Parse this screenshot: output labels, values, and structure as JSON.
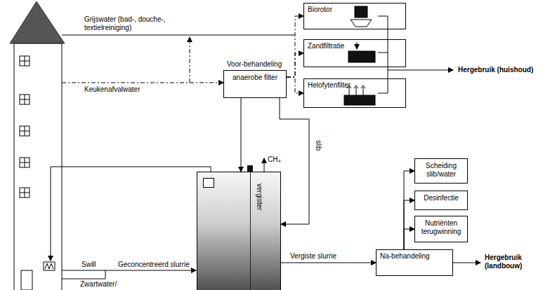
{
  "diagram": {
    "nodes": [
      {
        "text": [
          "Biorotor"
        ]
      },
      {
        "text": [
          "Zandfiltratie"
        ]
      },
      {
        "text": [
          "Helofytenfilter"
        ]
      },
      {
        "text": [
          "Voor-behandeling",
          "anaerobe filter"
        ]
      },
      {
        "text": [
          "Scheiding slib/water"
        ]
      },
      {
        "text": [
          "Desinfectie"
        ]
      },
      {
        "text": [
          "Nutriënten terugwinning"
        ]
      },
      {
        "text": [
          "vergister"
        ]
      },
      {
        "text": [
          "Na-behandeling"
        ]
      }
    ],
    "edges": [
      {
        "from": 3,
        "to": 0,
        "arrow": "to"
      },
      {
        "from": 3,
        "to": 1,
        "arrow": "to"
      },
      {
        "from": 3,
        "to": 2,
        "arrow": "to"
      },
      {
        "from": 3,
        "to": 7,
        "arrow": "to"
      },
      {
        "from": 3,
        "to": 7,
        "label": "slib",
        "arrow": "to"
      },
      {
        "from": 7,
        "to": 8,
        "label": "Vergiste slurrie",
        "arrow": "to"
      },
      {
        "from": 8,
        "to": 4,
        "arrow": "to"
      },
      {
        "from": 8,
        "to": 5,
        "arrow": "to"
      },
      {
        "from": 8,
        "to": 6,
        "arrow": "to"
      }
    ],
    "labels": [
      "Grijswater (bad-, douche-, textielreiniging)",
      "Keukenafvalwater",
      "CH₄",
      "Swill",
      "Geconcentreerd slurrie",
      "Zwartwater/",
      "Hergebruik (huishoud)",
      "Hergebruik (landbouw)"
    ]
  }
}
